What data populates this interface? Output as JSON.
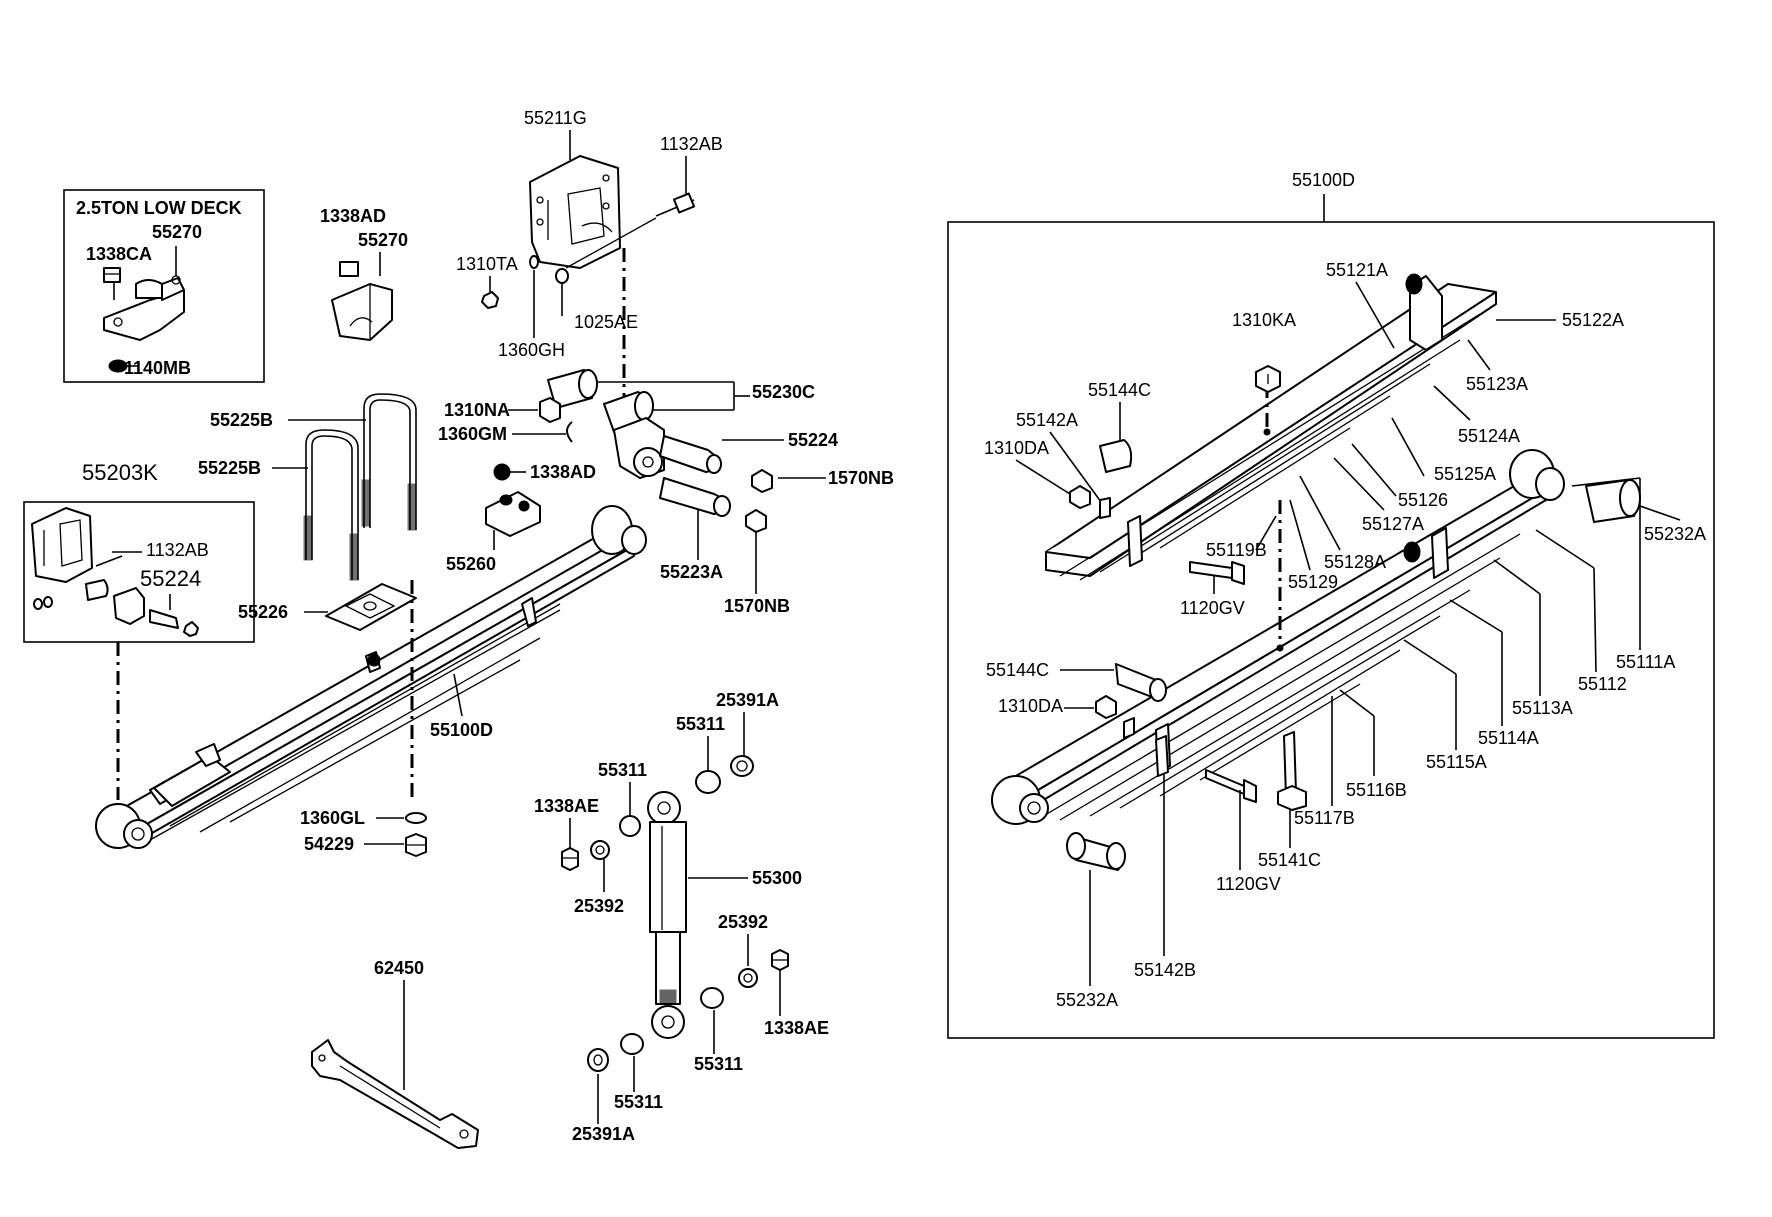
{
  "box_low_deck": {
    "title": "2.5TON LOW DECK"
  },
  "inset_55203K": {
    "title": "55203K",
    "part_1132AB": "1132AB",
    "part_55224": "55224"
  },
  "detail_box": {
    "title": "55100D"
  },
  "labels": {
    "p55270_a": "55270",
    "p1338CA": "1338CA",
    "p1140MB": "1140MB",
    "p1338AD_a": "1338AD",
    "p55270_b": "55270",
    "p55211G": "55211G",
    "p1132AB": "1132AB",
    "p1310TA": "1310TA",
    "p1025AE": "1025AE",
    "p1360GH": "1360GH",
    "p55230C": "55230C",
    "p1310NA": "1310NA",
    "p1360GM": "1360GM",
    "p55224": "55224",
    "p1338AD_b": "1338AD",
    "p1570NB_a": "1570NB",
    "p55223A": "55223A",
    "p1570NB_b": "1570NB",
    "p55260": "55260",
    "p55225B_a": "55225B",
    "p55225B_b": "55225B",
    "p55226": "55226",
    "p55100D": "55100D",
    "p1360GL": "1360GL",
    "p54229": "54229",
    "p25391A_a": "25391A",
    "p55311_a": "55311",
    "p55311_b": "55311",
    "p1338AE_a": "1338AE",
    "p25392_a": "25392",
    "p55300": "55300",
    "p25392_b": "25392",
    "p1338AE_b": "1338AE",
    "p55311_c": "55311",
    "p55311_d": "55311",
    "p25391A_b": "25391A",
    "p62450": "62450",
    "d55121A": "55121A",
    "d55122A": "55122A",
    "d1310KA": "1310KA",
    "d55123A": "55123A",
    "d55144C_a": "55144C",
    "d55142A": "55142A",
    "d55124A": "55124A",
    "d1310DA_a": "1310DA",
    "d55125A": "55125A",
    "d55126": "55126",
    "d55127A": "55127A",
    "d55119B": "55119B",
    "d55128A": "55128A",
    "d55129": "55129",
    "d1120GV_a": "1120GV",
    "d55232A_a": "55232A",
    "d55111A": "55111A",
    "d55112": "55112",
    "d55113A": "55113A",
    "d55144C_b": "55144C",
    "d1310DA_b": "1310DA",
    "d55114A": "55114A",
    "d55115A": "55115A",
    "d55116B": "55116B",
    "d55117B": "55117B",
    "d55141C": "55141C",
    "d1120GV_b": "1120GV",
    "d55142B": "55142B",
    "d55232A_b": "55232A"
  }
}
